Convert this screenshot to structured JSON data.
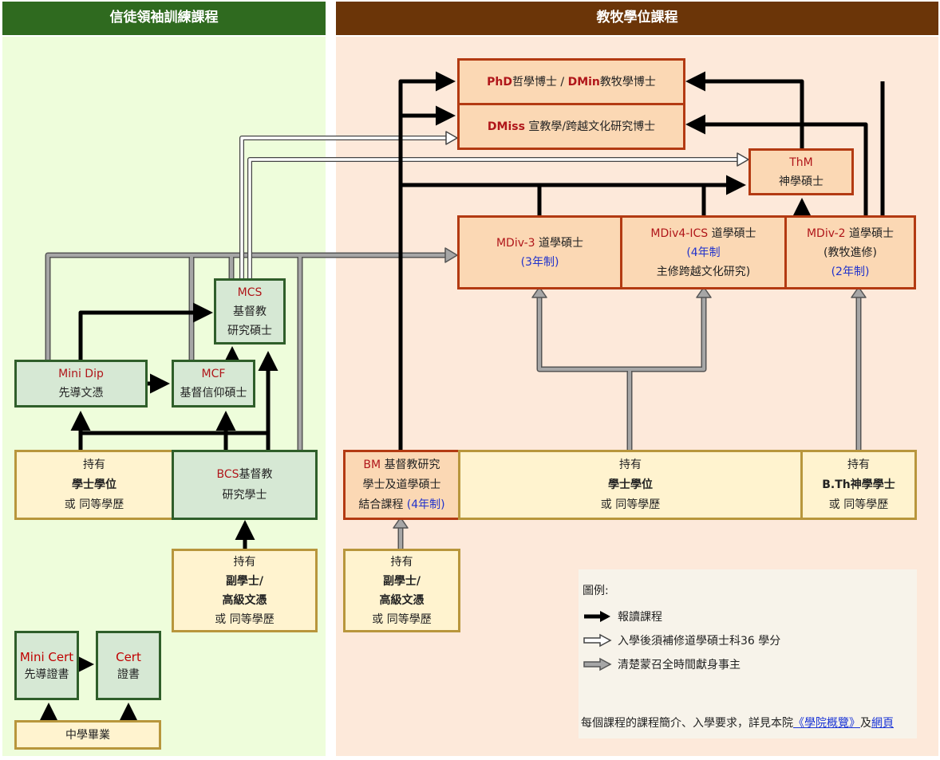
{
  "headers": {
    "left": "信徒領袖訓練課程",
    "right": "教牧學位課程"
  },
  "boxes": {
    "phd": {
      "abbr1": "PhD",
      "name1": "哲學博士 /",
      "abbr2": "DMin",
      "name2": "教牧學博士"
    },
    "dmiss": {
      "abbr": "DMiss",
      "name": "宣教學/跨越文化研究博士"
    },
    "thm": {
      "abbr": "ThM",
      "name": "神學碩士"
    },
    "mdiv3": {
      "abbr": "MDiv-3",
      "name": "道學碩士",
      "duration": "(3年制)"
    },
    "mdiv4": {
      "abbr": "MDiv4-ICS",
      "name": "道學碩士",
      "duration": "(4年制",
      "note": "主修跨越文化研究)"
    },
    "mdiv2": {
      "abbr": "MDiv-2",
      "name": "道學碩士",
      "note": "(教牧進修)",
      "duration": "(2年制)"
    },
    "mcs": {
      "abbr": "MCS",
      "line1": "基督教",
      "line2": "研究碩士"
    },
    "minidip": {
      "abbr": "Mini Dip",
      "name": "先導文憑"
    },
    "mcf": {
      "abbr": "MCF",
      "name": "基督信仰碩士"
    },
    "hold_bachelor_left": {
      "line1": "持有",
      "line2": "學士學位",
      "line3": "或 同等學歷"
    },
    "bcs": {
      "abbr": "BCS",
      "line1": "基督教",
      "line2": "研究學士"
    },
    "hold_assoc_left": {
      "line1": "持有",
      "line2": "副學士/",
      "line3": "高級文憑",
      "line4": "或 同等學歷"
    },
    "minicert": {
      "abbr": "Mini Cert",
      "name": "先導證書"
    },
    "cert": {
      "abbr": "Cert",
      "name": "證書"
    },
    "highschool": {
      "name": "中學畢業"
    },
    "bm": {
      "abbr": "BM",
      "line1": "基督教研究",
      "line2": "學士及道學碩士",
      "line3": "結合課程",
      "duration": "(4年制)"
    },
    "hold_bachelor_right": {
      "line1": "持有",
      "line2": "學士學位",
      "line3": "或 同等學歷"
    },
    "hold_bth": {
      "line1": "持有",
      "line2": "B.Th神學學士",
      "line3": "或 同等學歷"
    },
    "hold_assoc_right": {
      "line1": "持有",
      "line2": "副學士/",
      "line3": "高級文憑",
      "line4": "或 同等學歷"
    }
  },
  "legend": {
    "title": "圖例:",
    "black": "報讀課程",
    "white": "入學後須補修道學碩士科36 學分",
    "gray": "清楚蒙召全時間獻身事主",
    "footer_text": "每個課程的課程簡介、入學要求，詳見本院",
    "footer_link1": "《學院概覽》",
    "footer_and": "及",
    "footer_link2": "網頁"
  },
  "colors": {
    "left_header": "#2f6a1f",
    "right_header": "#6b3508",
    "left_bg": "#eefddb",
    "right_bg": "#fde9da"
  }
}
